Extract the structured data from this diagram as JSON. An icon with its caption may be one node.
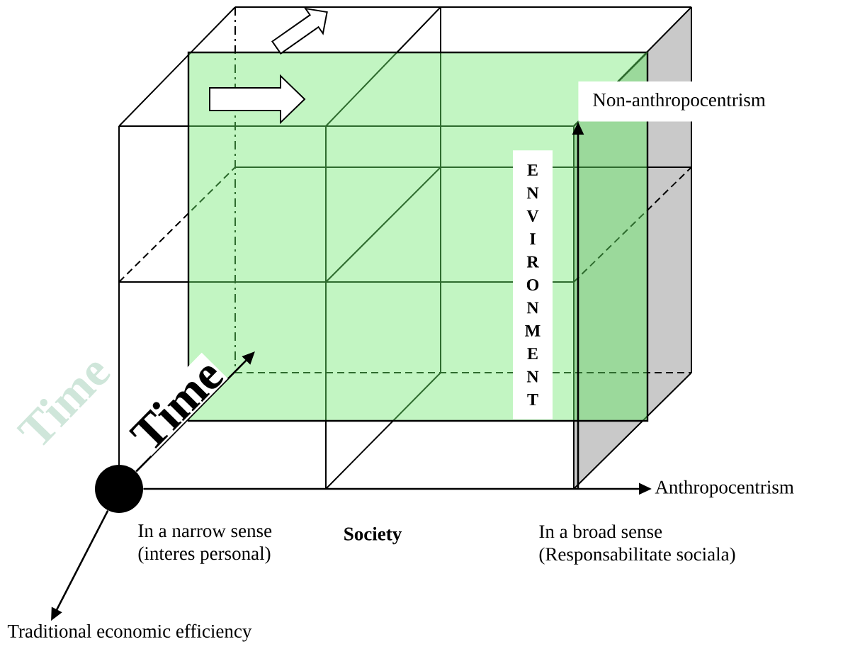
{
  "diagram": {
    "nodes": [
      {
        "text": [
          "Non-anthropocentrism"
        ]
      },
      {
        "text": [],
        "shape": "circle"
      },
      {
        "text": [
          "Anthropocentrism"
        ]
      },
      {
        "text": [
          "Traditional economic efficiency"
        ]
      }
    ],
    "edges": [
      {
        "from": null,
        "to": 0,
        "arrow": "to"
      },
      {
        "from": 1,
        "to": null,
        "arrow": "to",
        "label": "Time"
      },
      {
        "from": 1,
        "to": 2,
        "arrow": "to"
      },
      {
        "from": 1,
        "to": 3,
        "arrow": "to"
      }
    ],
    "labels": [
      "ENVIRONMENT",
      "Time",
      "In a narrow sense (interes personal)",
      "Society",
      "In a broad sense (Responsabilitate sociala)"
    ]
  }
}
